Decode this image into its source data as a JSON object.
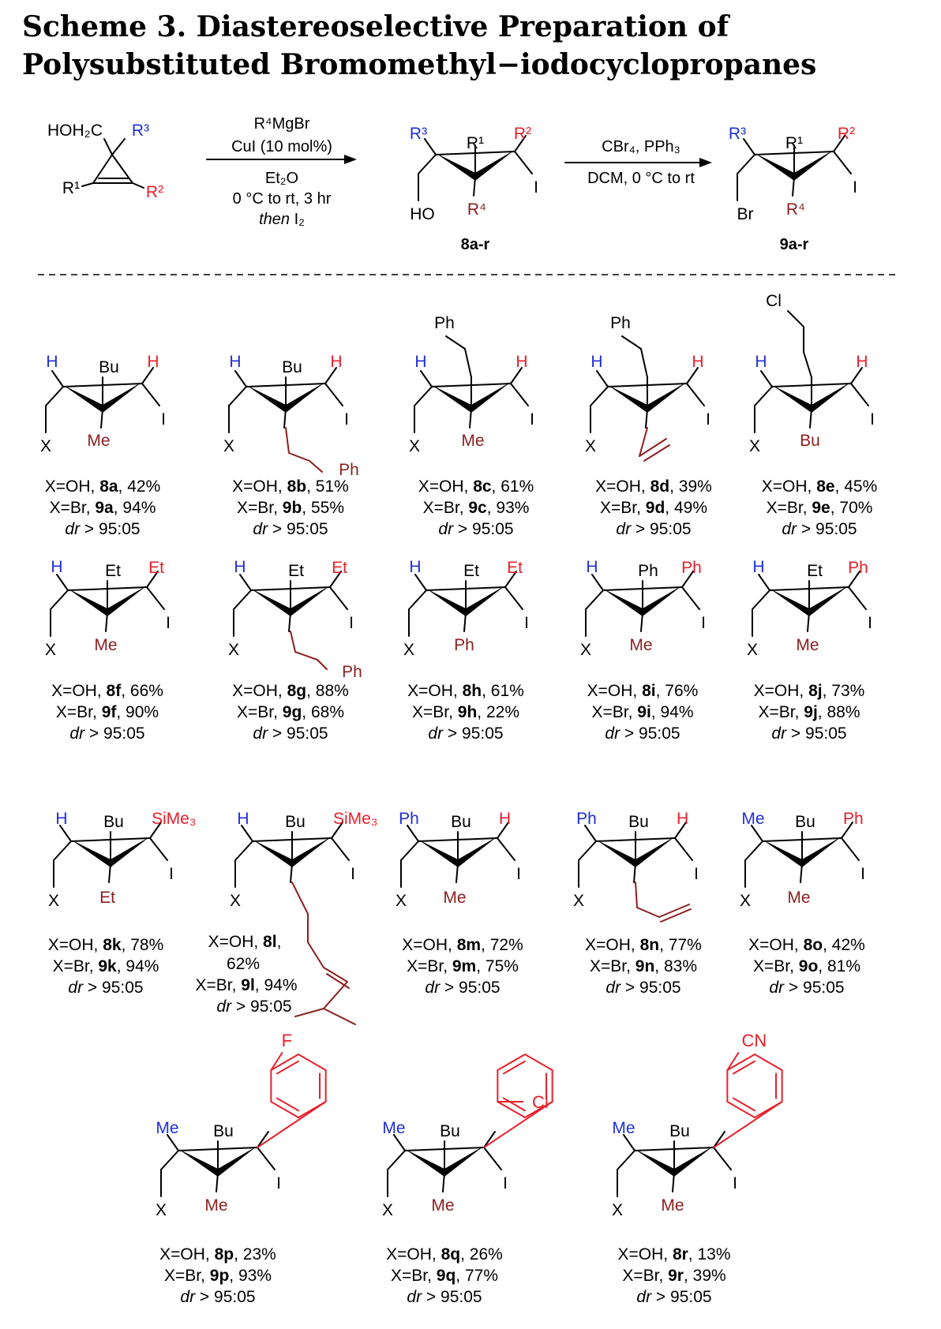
{
  "title": "Scheme 3. Diastereoselective Preparation of Polysubstituted Bromomethyl−iodocyclopropanes",
  "colors": {
    "black": "#000000",
    "blue": "#1f2fd6",
    "red": "#e8202a",
    "maroon": "#8b1e1e"
  },
  "scheme": {
    "start": {
      "ch2oh": "HOH₂C",
      "r1": "R¹",
      "r2": "R²",
      "r3": "R³"
    },
    "step1": {
      "reagent": "R⁴MgBr",
      "catalyst": "CuI (10 mol%)",
      "solvent": "Et₂O",
      "conditions": "0 °C to rt, 3 hr",
      "then_label": "then",
      "then_reagent": "I₂"
    },
    "intermediate": {
      "r1": "R¹",
      "r2": "R²",
      "r3": "R³",
      "r4": "R⁴",
      "oh": "HO",
      "iodo": "I",
      "id": "8a-r"
    },
    "step2": {
      "reagent": "CBr₄, PPh₃",
      "conditions": "DCM, 0 °C to rt"
    },
    "product": {
      "r1": "R¹",
      "r2": "R²",
      "r3": "R³",
      "r4": "R⁴",
      "br": "Br",
      "iodo": "I",
      "id": "9a-r"
    }
  },
  "labels": {
    "x": "X",
    "iodo": "I",
    "dr": "dr",
    "dr_value": "> 95:05",
    "oh_prefix": "X=OH, ",
    "br_prefix": "X=Br, "
  },
  "compounds": [
    {
      "r3": "H",
      "r1": "Bu",
      "r2": "H",
      "r4": "Me",
      "oh_id": "8a",
      "oh_yield": "42%",
      "br_id": "9a",
      "br_yield": "94%"
    },
    {
      "r3": "H",
      "r1": "Bu",
      "r2": "H",
      "r4": "Ph",
      "oh_id": "8b",
      "oh_yield": "51%",
      "br_id": "9b",
      "br_yield": "55%"
    },
    {
      "r3": "H",
      "r1": "Ph",
      "r2": "H",
      "r4": "Me",
      "oh_id": "8c",
      "oh_yield": "61%",
      "br_id": "9c",
      "br_yield": "93%"
    },
    {
      "r3": "H",
      "r1": "Ph",
      "r2": "H",
      "r4": "",
      "oh_id": "8d",
      "oh_yield": "39%",
      "br_id": "9d",
      "br_yield": "49%"
    },
    {
      "r3": "H",
      "r1": "Cl",
      "r2": "H",
      "r4": "Bu",
      "oh_id": "8e",
      "oh_yield": "45%",
      "br_id": "9e",
      "br_yield": "70%"
    },
    {
      "r3": "H",
      "r1": "Et",
      "r2": "Et",
      "r4": "Me",
      "oh_id": "8f",
      "oh_yield": "66%",
      "br_id": "9f",
      "br_yield": "90%"
    },
    {
      "r3": "H",
      "r1": "Et",
      "r2": "Et",
      "r4": "Ph",
      "oh_id": "8g",
      "oh_yield": "88%",
      "br_id": "9g",
      "br_yield": "68%"
    },
    {
      "r3": "H",
      "r1": "Et",
      "r2": "Et",
      "r4": "Ph",
      "oh_id": "8h",
      "oh_yield": "61%",
      "br_id": "9h",
      "br_yield": "22%"
    },
    {
      "r3": "H",
      "r1": "Ph",
      "r2": "Ph",
      "r4": "Me",
      "oh_id": "8i",
      "oh_yield": "76%",
      "br_id": "9i",
      "br_yield": "94%"
    },
    {
      "r3": "H",
      "r1": "Et",
      "r2": "Ph",
      "r4": "Me",
      "oh_id": "8j",
      "oh_yield": "73%",
      "br_id": "9j",
      "br_yield": "88%"
    },
    {
      "r3": "H",
      "r1": "Bu",
      "r2": "SiMe₃",
      "r4": "Et",
      "oh_id": "8k",
      "oh_yield": "78%",
      "br_id": "9k",
      "br_yield": "94%"
    },
    {
      "r3": "H",
      "r1": "Bu",
      "r2": "SiMe₃",
      "r4": "",
      "oh_id": "8l",
      "oh_yield": "62%",
      "br_id": "9l",
      "br_yield": "94%"
    },
    {
      "r3": "Ph",
      "r1": "Bu",
      "r2": "H",
      "r4": "Me",
      "oh_id": "8m",
      "oh_yield": "72%",
      "br_id": "9m",
      "br_yield": "75%"
    },
    {
      "r3": "Ph",
      "r1": "Bu",
      "r2": "H",
      "r4": "",
      "oh_id": "8n",
      "oh_yield": "77%",
      "br_id": "9n",
      "br_yield": "83%"
    },
    {
      "r3": "Me",
      "r1": "Bu",
      "r2": "Ph",
      "r4": "Me",
      "oh_id": "8o",
      "oh_yield": "42%",
      "br_id": "9o",
      "br_yield": "81%"
    },
    {
      "r3": "Me",
      "r1": "Bu",
      "r2": "F",
      "r4": "Me",
      "oh_id": "8p",
      "oh_yield": "23%",
      "br_id": "9p",
      "br_yield": "93%"
    },
    {
      "r3": "Me",
      "r1": "Bu",
      "r2": "Cl",
      "r4": "Me",
      "oh_id": "8q",
      "oh_yield": "26%",
      "br_id": "9q",
      "br_yield": "77%"
    },
    {
      "r3": "Me",
      "r1": "Bu",
      "r2": "CN",
      "r4": "Me",
      "oh_id": "8r",
      "oh_yield": "13%",
      "br_id": "9r",
      "br_yield": "39%"
    }
  ]
}
